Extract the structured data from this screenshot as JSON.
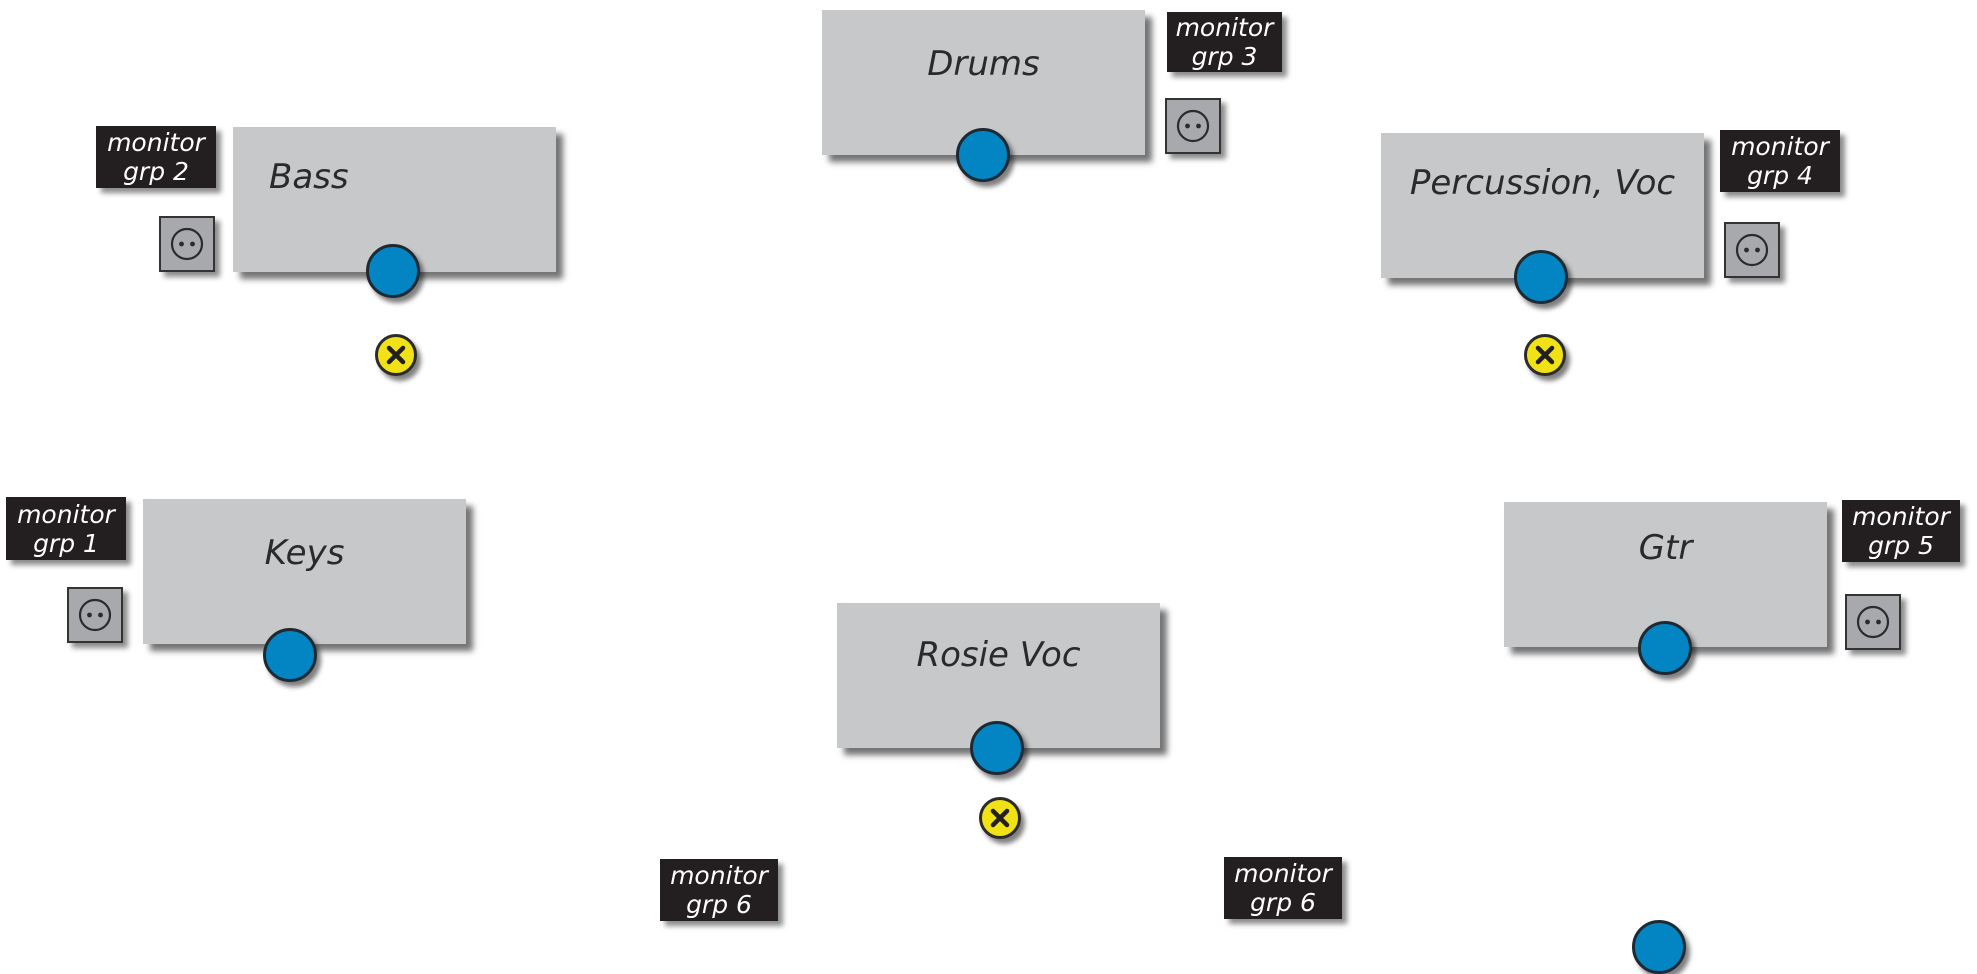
{
  "stations": {
    "drums": {
      "label": "Drums"
    },
    "bass": {
      "label": "Bass"
    },
    "percussion": {
      "label": "Percussion, Voc"
    },
    "keys": {
      "label": "Keys"
    },
    "gtr": {
      "label": "Gtr"
    },
    "rosie": {
      "label": "Rosie Voc"
    }
  },
  "monitors": {
    "grp1": {
      "line1": "monitor",
      "line2": "grp 1"
    },
    "grp2": {
      "line1": "monitor",
      "line2": "grp 2"
    },
    "grp3": {
      "line1": "monitor",
      "line2": "grp 3"
    },
    "grp4": {
      "line1": "monitor",
      "line2": "grp 4"
    },
    "grp5": {
      "line1": "monitor",
      "line2": "grp 5"
    },
    "grp6a": {
      "line1": "monitor",
      "line2": "grp 6"
    },
    "grp6b": {
      "line1": "monitor",
      "line2": "grp 6"
    }
  },
  "icons": {
    "outlet": "power-outlet-icon",
    "mic": "mic-position-icon",
    "x": "x-marker-icon"
  },
  "colors": {
    "station_bg": "#c7c8ca",
    "monitor_tag_bg": "#231f20",
    "mic_blue": "#0385c3",
    "x_yellow": "#f1e216",
    "outlet_gray": "#a7a9ac"
  }
}
